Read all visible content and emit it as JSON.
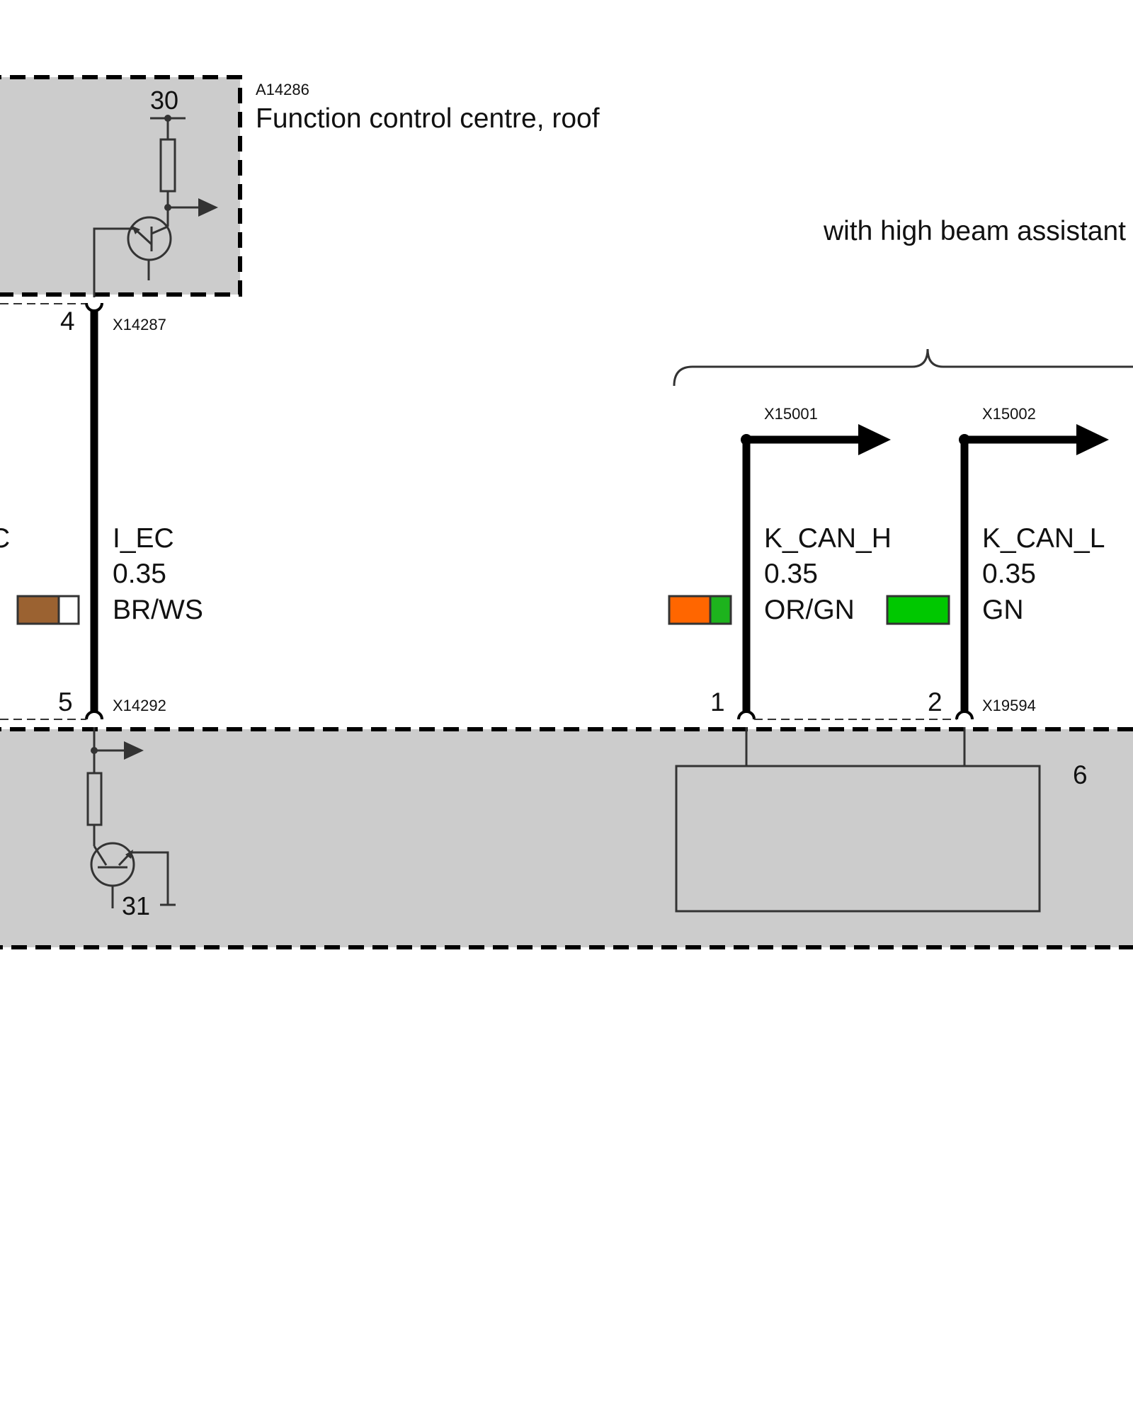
{
  "module_top": {
    "ref": "A14286",
    "name": "Function control centre, roof",
    "terminal_30": "30"
  },
  "variant_note": "with high beam assistant",
  "partial_left_text": "C",
  "wires": [
    {
      "signal": "I_EC",
      "cross_section": "0.35",
      "color_code": "BR/WS",
      "colors": [
        "#9b6231",
        "#ffffff"
      ],
      "top_pin": "4",
      "top_connector": "X14287",
      "bottom_pin": "5",
      "bottom_connector": "X14292"
    },
    {
      "signal": "K_CAN_H",
      "cross_section": "0.35",
      "color_code": "OR/GN",
      "colors": [
        "#ff6600",
        "#1db31d"
      ],
      "top_connector": "X15001",
      "bottom_pin": "1"
    },
    {
      "signal": "K_CAN_L",
      "cross_section": "0.35",
      "color_code": "GN",
      "colors": [
        "#00c800"
      ],
      "top_connector": "X15002",
      "bottom_pin": "2",
      "bottom_connector": "X19594"
    }
  ],
  "left_swatch_colors": [
    "#9b6231",
    "#ffffff"
  ],
  "module_bottom": {
    "number": "6",
    "terminal_31": "31"
  }
}
